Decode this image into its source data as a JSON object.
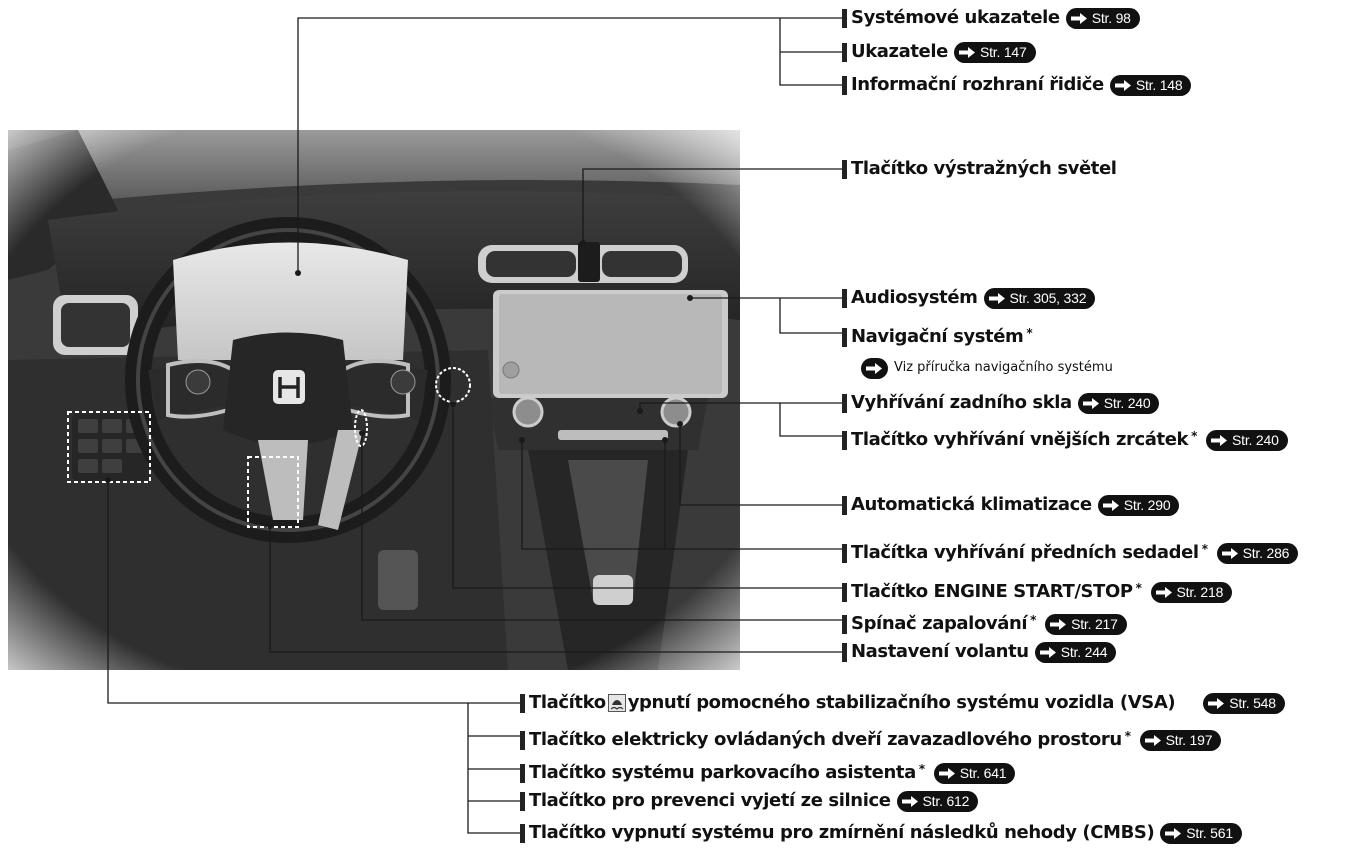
{
  "labels": {
    "system_indicators": {
      "text": "Systémové ukazatele",
      "ref": "Str. 98"
    },
    "gauges": {
      "text": "Ukazatele",
      "ref": "Str. 147"
    },
    "driver_info": {
      "text": "Informační rozhraní řidiče",
      "ref": "Str. 148"
    },
    "hazard": {
      "text": "Tlačítko výstražných světel"
    },
    "audio": {
      "text": "Audiosystém",
      "ref": "Str. 305, 332"
    },
    "navigation": {
      "text": "Navigační systém",
      "star": "*"
    },
    "navigation_note": {
      "text": "Viz příručka navigačního systému"
    },
    "rear_defrost": {
      "text": "Vyhřívání zadního skla",
      "ref": "Str. 240"
    },
    "mirror_heat": {
      "text": "Tlačítko vyhřívání vnějších zrcátek",
      "star": "*",
      "ref": "Str. 240"
    },
    "climate": {
      "text": "Automatická klimatizace",
      "ref": "Str. 290"
    },
    "seat_heat": {
      "text": "Tlačítka vyhřívání předních sedadel",
      "star": "*",
      "ref": "Str. 286"
    },
    "engine_start": {
      "text": "Tlačítko ENGINE START/STOP",
      "star": "*",
      "ref": "Str. 218"
    },
    "ignition": {
      "text": "Spínač zapalování",
      "star": "*",
      "ref": "Str. 217"
    },
    "steering_adjust": {
      "text": "Nastavení volantu",
      "ref": "Str. 244"
    },
    "vsa_pre": {
      "text": "Tlačítko"
    },
    "vsa": {
      "text": "ypnutí pomocného stabilizačního systému vozidla (VSA)",
      "ref": "Str. 548"
    },
    "power_tailgate": {
      "text": "Tlačítko elektricky ovládaných dveří zavazadlového prostoru",
      "star": "*",
      "ref": "Str. 197"
    },
    "parking_sensor": {
      "text": "Tlačítko systému parkovacího asistenta",
      "star": "*",
      "ref": "Str. 641"
    },
    "road_departure": {
      "text": "Tlačítko pro prevenci vyjetí ze silnice",
      "ref": "Str. 612"
    },
    "cmbs": {
      "text": "Tlačítko vypnutí systému pro zmírnění následků nehody (CMBS)",
      "ref": "Str. 561"
    }
  },
  "icons": {
    "reference_arrow": "right-arrow-icon",
    "vsa_off": "vsa-off-icon",
    "brand_logo": "honda-logo"
  },
  "colors": {
    "ink": "#111111",
    "ref_badge": "#111111",
    "ref_text": "#ffffff",
    "dashed_outline": "#ffffff"
  }
}
